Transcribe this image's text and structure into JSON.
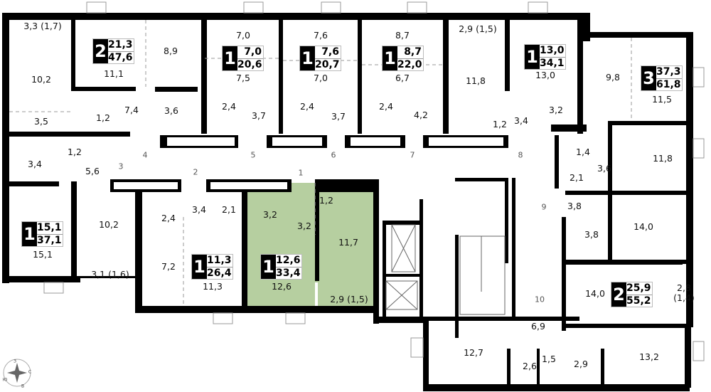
{
  "colors": {
    "wall": "#000000",
    "highlight": "#b6cfa0",
    "line": "#9a9a9a"
  },
  "apartments": [
    {
      "rooms": "2",
      "living": "21,3",
      "total": "47,6"
    },
    {
      "rooms": "1",
      "living": "7,0",
      "total": "20,6"
    },
    {
      "rooms": "1",
      "living": "7,6",
      "total": "20,7"
    },
    {
      "rooms": "1",
      "living": "8,7",
      "total": "22,0"
    },
    {
      "rooms": "1",
      "living": "13,0",
      "total": "34,1"
    },
    {
      "rooms": "3",
      "living": "37,3",
      "total": "61,8"
    },
    {
      "rooms": "1",
      "living": "15,1",
      "total": "37,1"
    },
    {
      "rooms": "1",
      "living": "11,3",
      "total": "26,4"
    },
    {
      "rooms": "1",
      "living": "12,6",
      "total": "33,4",
      "highlighted": true
    },
    {
      "rooms": "2",
      "living": "25,9",
      "total": "55,2"
    }
  ],
  "rooms": [
    "3,3 (1,7)",
    "10,2",
    "3,5",
    "11,1",
    "8,9",
    "7,0",
    "7,5",
    "7,6",
    "7,0",
    "8,7",
    "6,7",
    "2,9 (1,5)",
    "11,8",
    "13,0",
    "9,8",
    "11,5",
    "7,4",
    "1,2",
    "3,6",
    "2,4",
    "3,7",
    "2,4",
    "3,7",
    "2,4",
    "4,2",
    "1,2",
    "3,4",
    "3,2",
    "3,4",
    "1,2",
    "5,6",
    "1,4",
    "3,6",
    "11,8",
    "2,1",
    "3,8",
    "3,8",
    "14,0",
    "14,0",
    "2,8\n(1,4)",
    "15,1",
    "10,2",
    "3,1 (1,6)",
    "2,4",
    "3,4",
    "2,1",
    "7,2",
    "11,3",
    "3,2",
    "3,2",
    "1,2",
    "11,7",
    "12,6",
    "2,9 (1,5)",
    "6,9",
    "12,7",
    "2,6",
    "1,5",
    "2,9",
    "13,2"
  ],
  "doors": [
    "1",
    "2",
    "3",
    "4",
    "5",
    "6",
    "7",
    "8",
    "9",
    "10"
  ],
  "compass": {
    "n": "С",
    "s": "Ю",
    "e": "В",
    "w": "З"
  }
}
